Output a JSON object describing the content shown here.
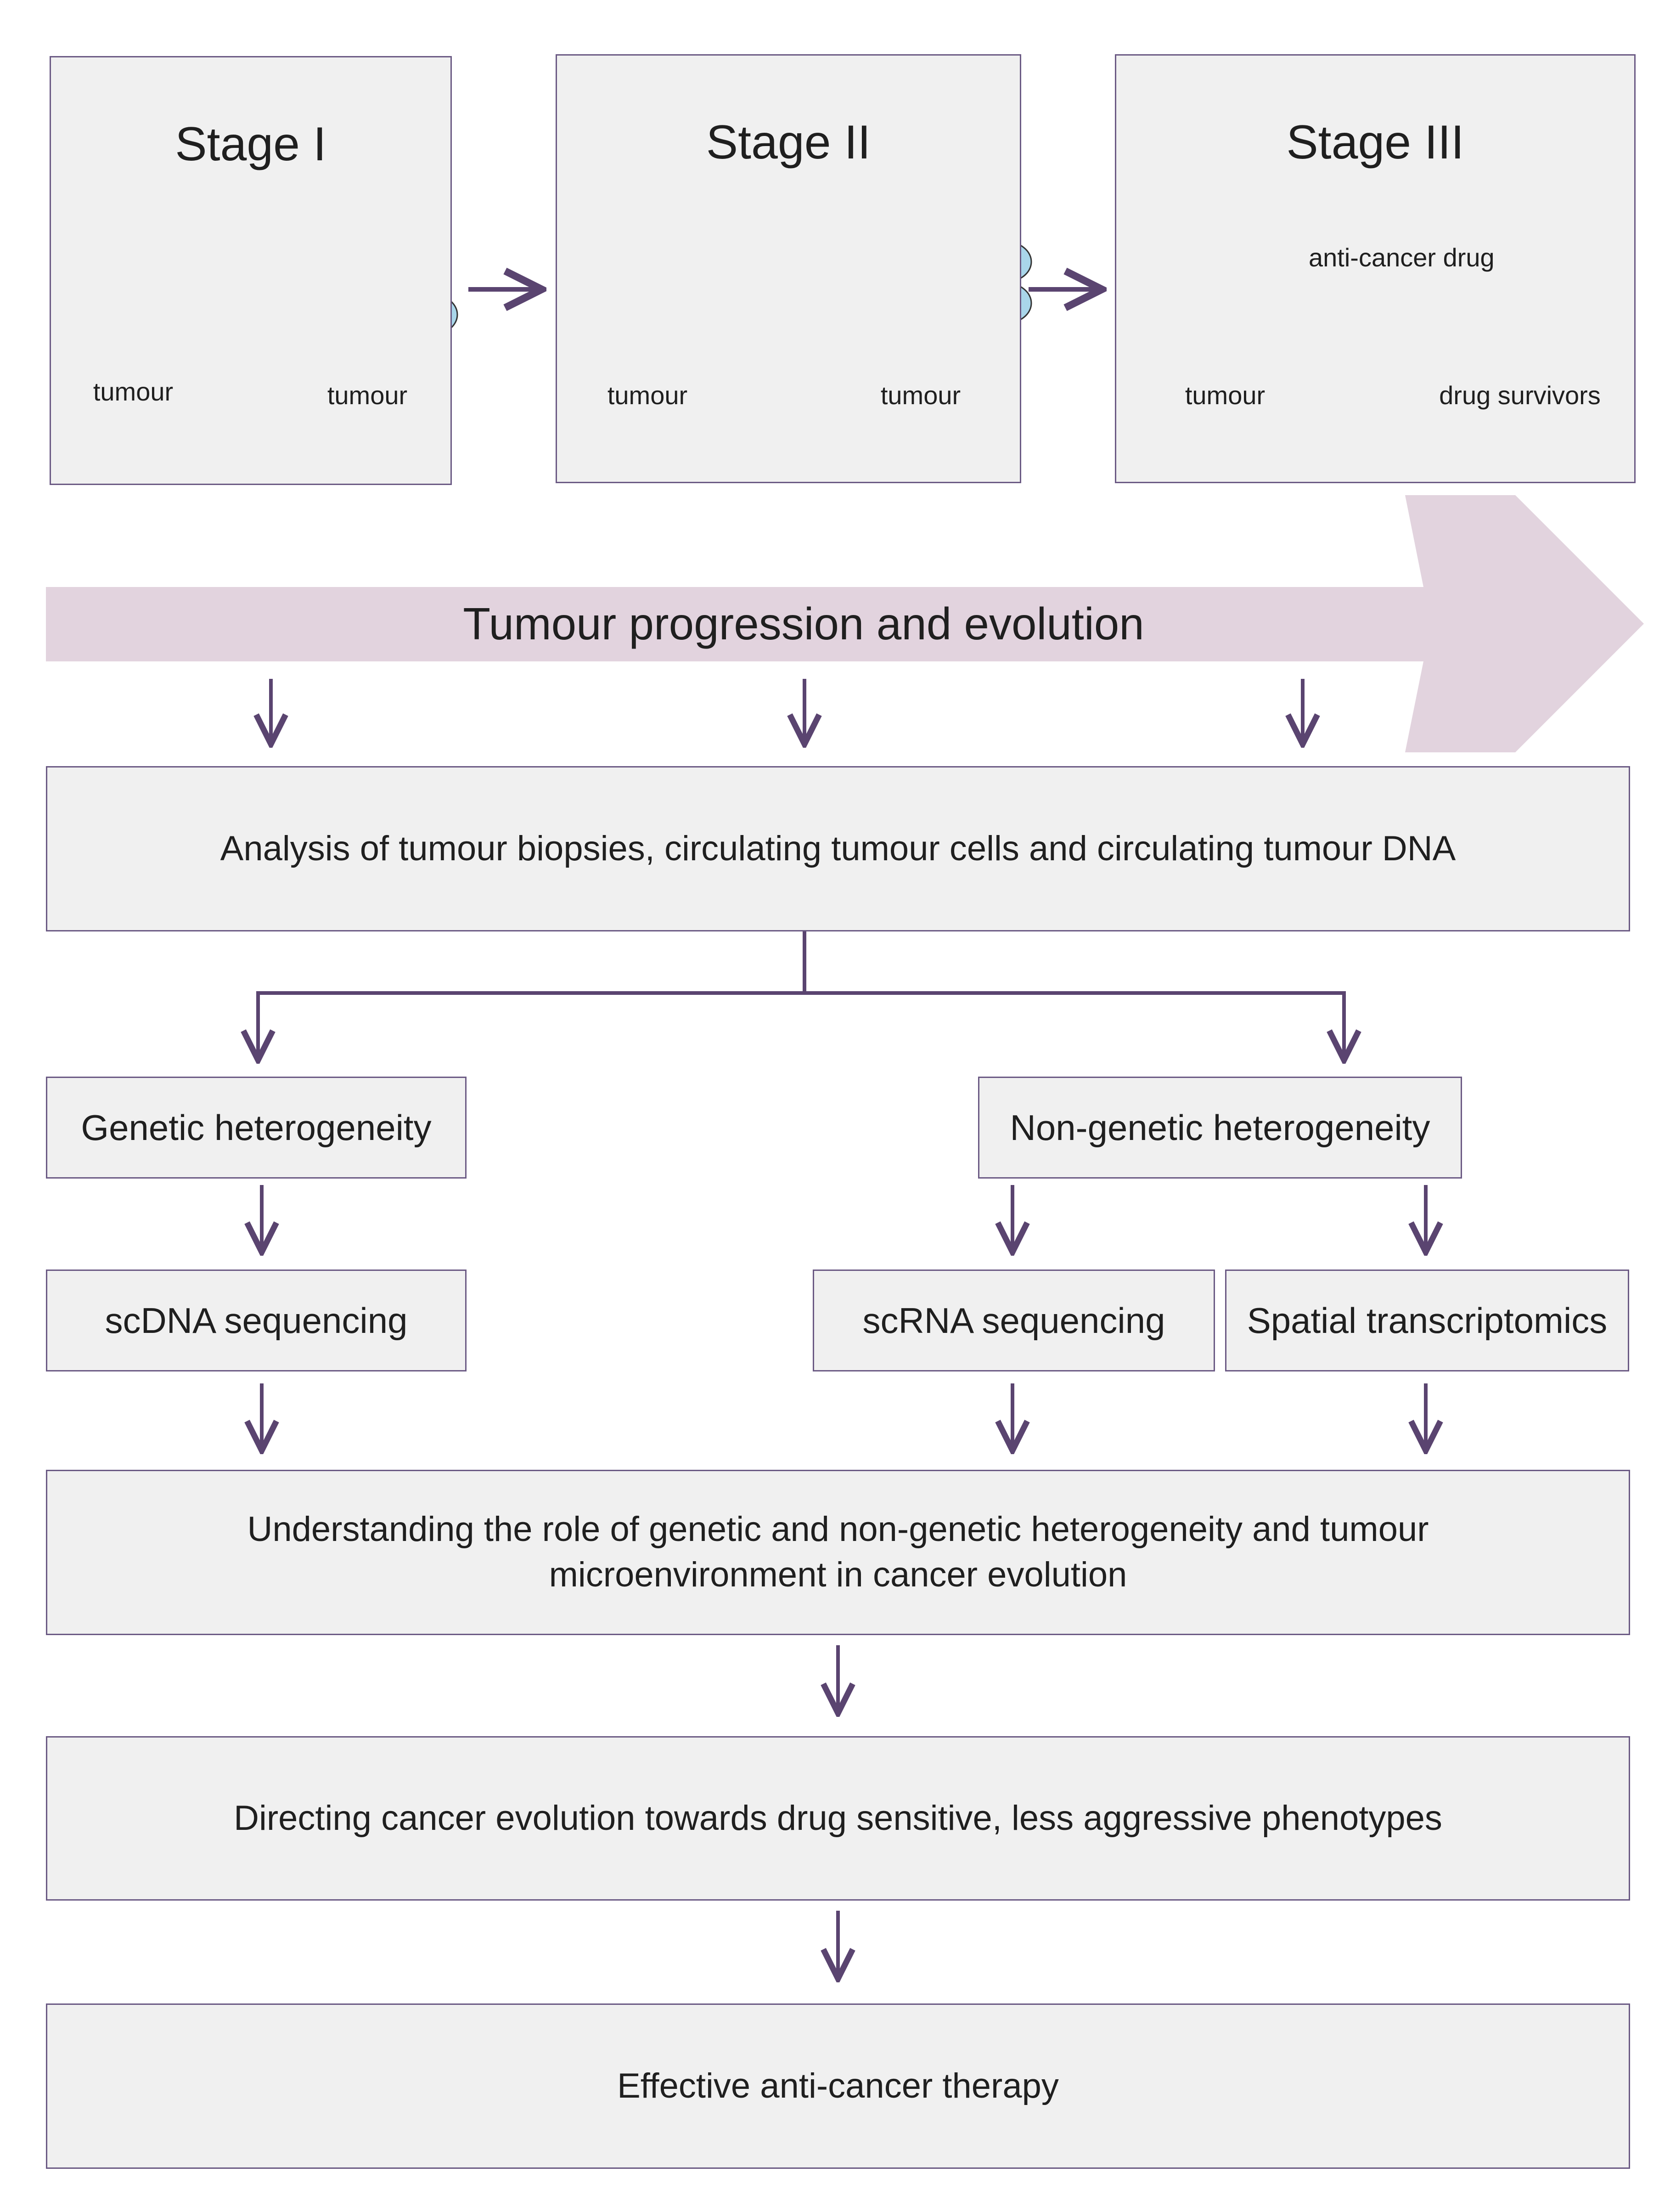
{
  "stages": [
    {
      "title": "Stage I",
      "left_label": "tumour",
      "right_label": "tumour"
    },
    {
      "title": "Stage II",
      "left_label": "tumour",
      "right_label": "tumour"
    },
    {
      "title": "Stage III",
      "left_label": "tumour",
      "right_label": "drug survivors",
      "arrow_label": "anti-cancer drug"
    }
  ],
  "progression": {
    "label": "Tumour progression and evolution"
  },
  "analysis": {
    "label": "Analysis of tumour biopsies, circulating tumour cells and circulating tumour DNA"
  },
  "genetic": {
    "label": "Genetic heterogeneity",
    "method": "scDNA sequencing"
  },
  "non_genetic": {
    "label": "Non-genetic heterogeneity",
    "method_1": "scRNA sequencing",
    "method_2": "Spatial transcriptomics"
  },
  "understanding": {
    "line_1": "Understanding the role of genetic and non-genetic heterogeneity and tumour",
    "line_2": "microenvironment in cancer evolution"
  },
  "directing": {
    "label": "Directing cancer evolution towards drug sensitive, less aggressive phenotypes"
  },
  "therapy": {
    "label": "Effective anti-cancer therapy"
  },
  "colors": {
    "box_fill": "#f0f0f0",
    "box_border": "#6b5a84",
    "arrow": "#5a4470",
    "band": "#e2d3de",
    "cell_blue": "#a9d6ea",
    "cell_purple": "#d8c5de",
    "cell_yellow": "#f8f2b8",
    "cell_pink": "#f0b9b9",
    "cell_green": "#cfe3b8",
    "cell_orange": "#f6c4a4",
    "nucleus": "#909090",
    "nucleus_red": "#d8262b"
  }
}
